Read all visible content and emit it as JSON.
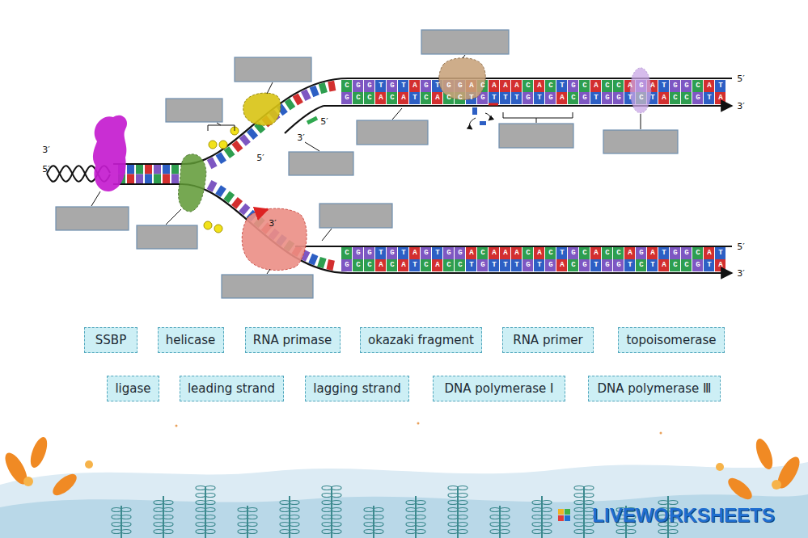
{
  "diagram": {
    "nodes": [
      {
        "text": [
          "SSBP"
        ]
      },
      {
        "text": [
          "helicase"
        ]
      },
      {
        "text": [
          "RNA primase"
        ]
      },
      {
        "text": [
          "okazaki fragment"
        ]
      },
      {
        "text": [
          "RNA primer"
        ]
      },
      {
        "text": [
          "topoisomerase"
        ]
      },
      {
        "text": [
          "ligase"
        ]
      },
      {
        "text": [
          "leading strand"
        ]
      },
      {
        "text": [
          "lagging strand"
        ]
      },
      {
        "text": [
          "DNA polymerase Ⅰ"
        ]
      },
      {
        "text": [
          "DNA polymerase Ⅲ"
        ]
      }
    ],
    "labels": [
      "3′",
      "5′",
      "5′",
      "3′",
      "5′",
      "3′",
      "5′",
      "3′",
      "5′",
      "3′",
      "CGGTGTAGTGGACAAACACTGCACCAGATGGCAT",
      "GCCACATCACCTGTTTGTGACGTGGTCTACCGTA",
      "CGGTGTAGTGGACAAACACTGCACCAGATGGCAT",
      "GCCACATCACCTGTTTGTGACGTGGTCTACCGTA",
      "LIVEWORKSHEETS"
    ]
  }
}
